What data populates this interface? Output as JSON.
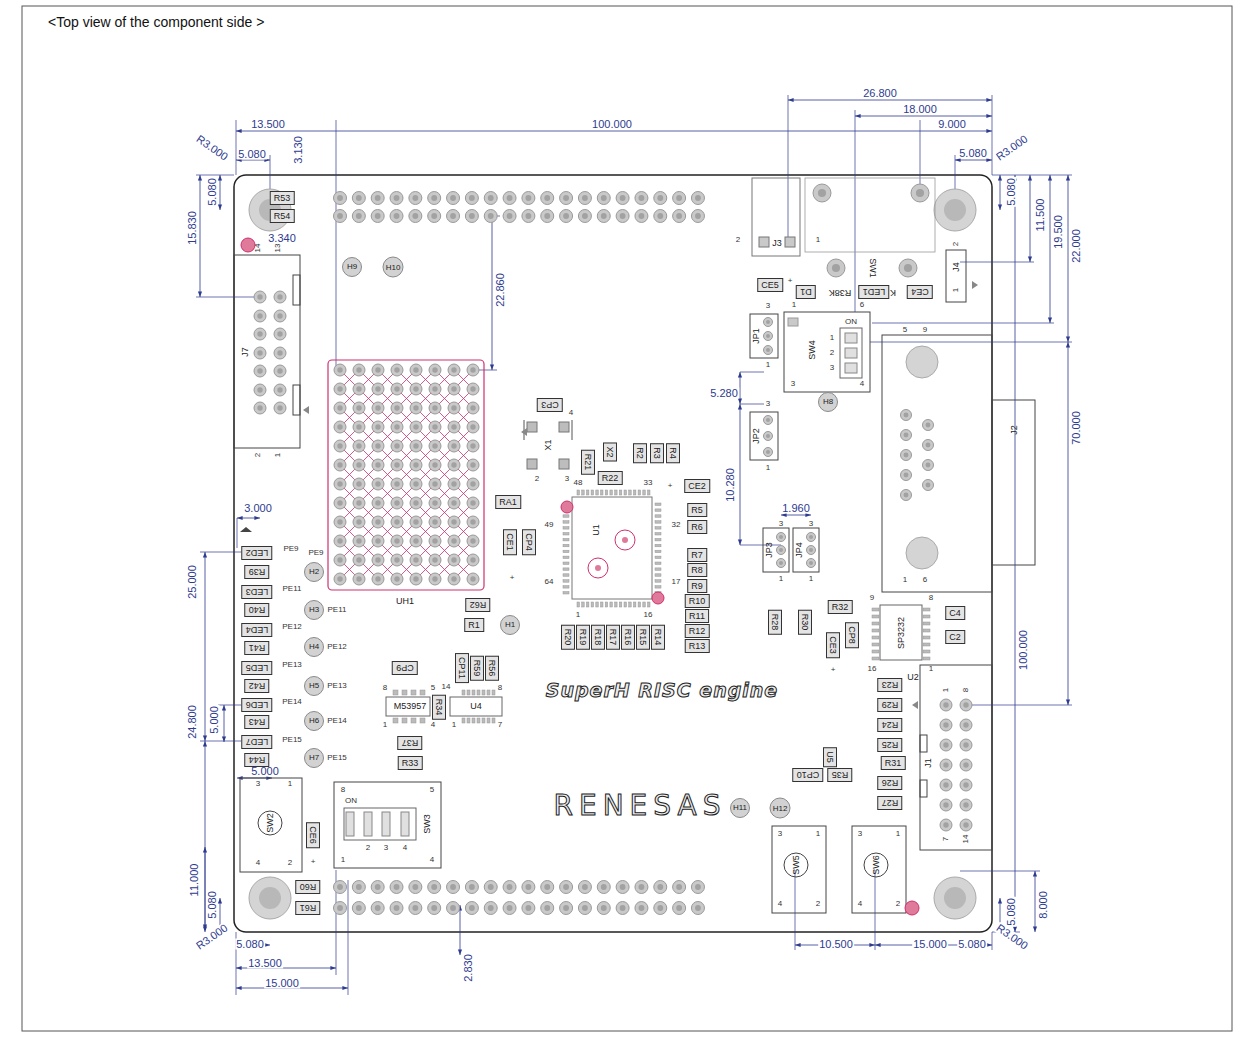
{
  "diagram": {
    "title": "<Top view of the component side >",
    "nodes": [
      {
        "text": [
          "R53"
        ]
      },
      {
        "text": [
          "R54"
        ]
      },
      {
        "text": [
          "H9"
        ]
      },
      {
        "text": [
          "H10"
        ]
      },
      {
        "text": [
          "CE5"
        ]
      },
      {
        "text": [
          "D1"
        ]
      },
      {
        "text": [
          "LED1"
        ]
      },
      {
        "text": [
          "CE4"
        ]
      },
      {
        "text": [
          "H8"
        ]
      },
      {
        "text": [
          "CP3"
        ]
      },
      {
        "text": [
          "X2"
        ]
      },
      {
        "text": [
          "R21"
        ]
      },
      {
        "text": [
          "R2"
        ]
      },
      {
        "text": [
          "R3"
        ]
      },
      {
        "text": [
          "R4"
        ]
      },
      {
        "text": [
          "R22"
        ]
      },
      {
        "text": [
          "CE2"
        ]
      },
      {
        "text": [
          "RA1"
        ]
      },
      {
        "text": [
          "R5"
        ]
      },
      {
        "text": [
          "R6"
        ]
      },
      {
        "text": [
          "CE1"
        ]
      },
      {
        "text": [
          "CP4"
        ]
      },
      {
        "text": [
          "R7"
        ]
      },
      {
        "text": [
          "R8"
        ]
      },
      {
        "text": [
          "R9"
        ]
      },
      {
        "text": [
          "R10"
        ]
      },
      {
        "text": [
          "R11"
        ]
      },
      {
        "text": [
          "R12"
        ]
      },
      {
        "text": [
          "R13"
        ]
      },
      {
        "text": [
          "LED2"
        ]
      },
      {
        "text": [
          "H2"
        ]
      },
      {
        "text": [
          "R39"
        ]
      },
      {
        "text": [
          "LED3"
        ]
      },
      {
        "text": [
          "R40"
        ]
      },
      {
        "text": [
          "H3"
        ]
      },
      {
        "text": [
          "R62"
        ]
      },
      {
        "text": [
          "R1"
        ]
      },
      {
        "text": [
          "H1"
        ]
      },
      {
        "text": [
          "R20"
        ]
      },
      {
        "text": [
          "R19"
        ]
      },
      {
        "text": [
          "R18"
        ]
      },
      {
        "text": [
          "R17"
        ]
      },
      {
        "text": [
          "R16"
        ]
      },
      {
        "text": [
          "R15"
        ]
      },
      {
        "text": [
          "R14"
        ]
      },
      {
        "text": [
          "R28"
        ]
      },
      {
        "text": [
          "R30"
        ]
      },
      {
        "text": [
          "R32"
        ]
      },
      {
        "text": [
          "CP8"
        ]
      },
      {
        "text": [
          "CE3"
        ]
      },
      {
        "text": [
          "C4"
        ]
      },
      {
        "text": [
          "C2"
        ]
      },
      {
        "text": [
          "LED4"
        ]
      },
      {
        "text": [
          "R41"
        ]
      },
      {
        "text": [
          "H4"
        ]
      },
      {
        "text": [
          "LED5"
        ]
      },
      {
        "text": [
          "R42"
        ]
      },
      {
        "text": [
          "H5"
        ]
      },
      {
        "text": [
          "CP9"
        ]
      },
      {
        "text": [
          "CP11"
        ]
      },
      {
        "text": [
          "R59"
        ]
      },
      {
        "text": [
          "R56"
        ]
      },
      {
        "text": [
          "R23"
        ]
      },
      {
        "text": [
          "R29"
        ]
      },
      {
        "text": [
          "R34"
        ]
      },
      {
        "text": [
          "LED6"
        ]
      },
      {
        "text": [
          "R43"
        ]
      },
      {
        "text": [
          "H6"
        ]
      },
      {
        "text": [
          "R24"
        ]
      },
      {
        "text": [
          "LED7"
        ]
      },
      {
        "text": [
          "R37"
        ]
      },
      {
        "text": [
          "R25"
        ]
      },
      {
        "text": [
          "U5"
        ]
      },
      {
        "text": [
          "R44"
        ]
      },
      {
        "text": [
          "H7"
        ]
      },
      {
        "text": [
          "R33"
        ]
      },
      {
        "text": [
          "R31"
        ]
      },
      {
        "text": [
          "R35"
        ]
      },
      {
        "text": [
          "CP10"
        ]
      },
      {
        "text": [
          "R26"
        ]
      },
      {
        "text": [
          "R27"
        ]
      },
      {
        "text": [
          "H11"
        ]
      },
      {
        "text": [
          "H12"
        ]
      },
      {
        "text": [
          "CE6"
        ]
      },
      {
        "text": [
          "R60"
        ]
      },
      {
        "text": [
          "R61"
        ]
      }
    ],
    "labels": [
      "13.500",
      "100.000",
      "R3.000",
      "5.080",
      "3.130",
      "5.080",
      "15.830",
      "3.340",
      "26.800",
      "18.000",
      "9.000",
      "5.080",
      "R3.000",
      "5.080",
      "11.500",
      "19.500",
      "22.000",
      "22.860",
      "5.280",
      "70.000",
      "10.280",
      "3.000",
      "1.960",
      "25.000",
      "100.000",
      "5.000",
      "24.800",
      "5.000",
      "11.000",
      "5.080",
      "8.000",
      "5.080",
      "R3.000",
      "5.080",
      "R3.000",
      "5.080",
      "10.500",
      "15.000",
      "13.500",
      "2.830",
      "15.000",
      "14",
      "13",
      "J7",
      "2",
      "1",
      "2",
      "J3",
      "1",
      "SW1",
      "2",
      "J4",
      "1",
      "+",
      "R38K",
      "K",
      "1",
      "6",
      "3",
      "JP1",
      "1",
      "ON",
      "1",
      "2",
      "3",
      "SW4",
      "3",
      "4",
      "5",
      "9",
      "3",
      "JP2",
      "1",
      "J2",
      "4",
      "X1",
      "2",
      "3",
      "48",
      "33",
      "+",
      "32",
      "49",
      "U1",
      "+",
      "64",
      "17",
      "1",
      "16",
      "UH1",
      "3",
      "JP3",
      "1",
      "3",
      "JP4",
      "1",
      "1",
      "6",
      "9",
      "8",
      "SP3232",
      "16",
      "1",
      "+",
      "U2",
      "1",
      "8",
      "PE9",
      "PE9",
      "PE11",
      "PE11",
      "PE12",
      "PE12",
      "PE13",
      "PE13",
      "PE14",
      "PE14",
      "PE15",
      "PE15",
      "SuperH RISC engine",
      "8",
      "5",
      "M53957",
      "1",
      "4",
      "14",
      "8",
      "U4",
      "1",
      "7",
      "J1",
      "7",
      "14",
      "RENESAS",
      "3",
      "1",
      "SW2",
      "4",
      "2",
      "+",
      "8",
      "5",
      "ON",
      "SW3",
      "2",
      "3",
      "4",
      "1",
      "4",
      "3",
      "1",
      "SW5",
      "4",
      "2",
      "3",
      "1",
      "SW6",
      "4",
      "2"
    ]
  }
}
